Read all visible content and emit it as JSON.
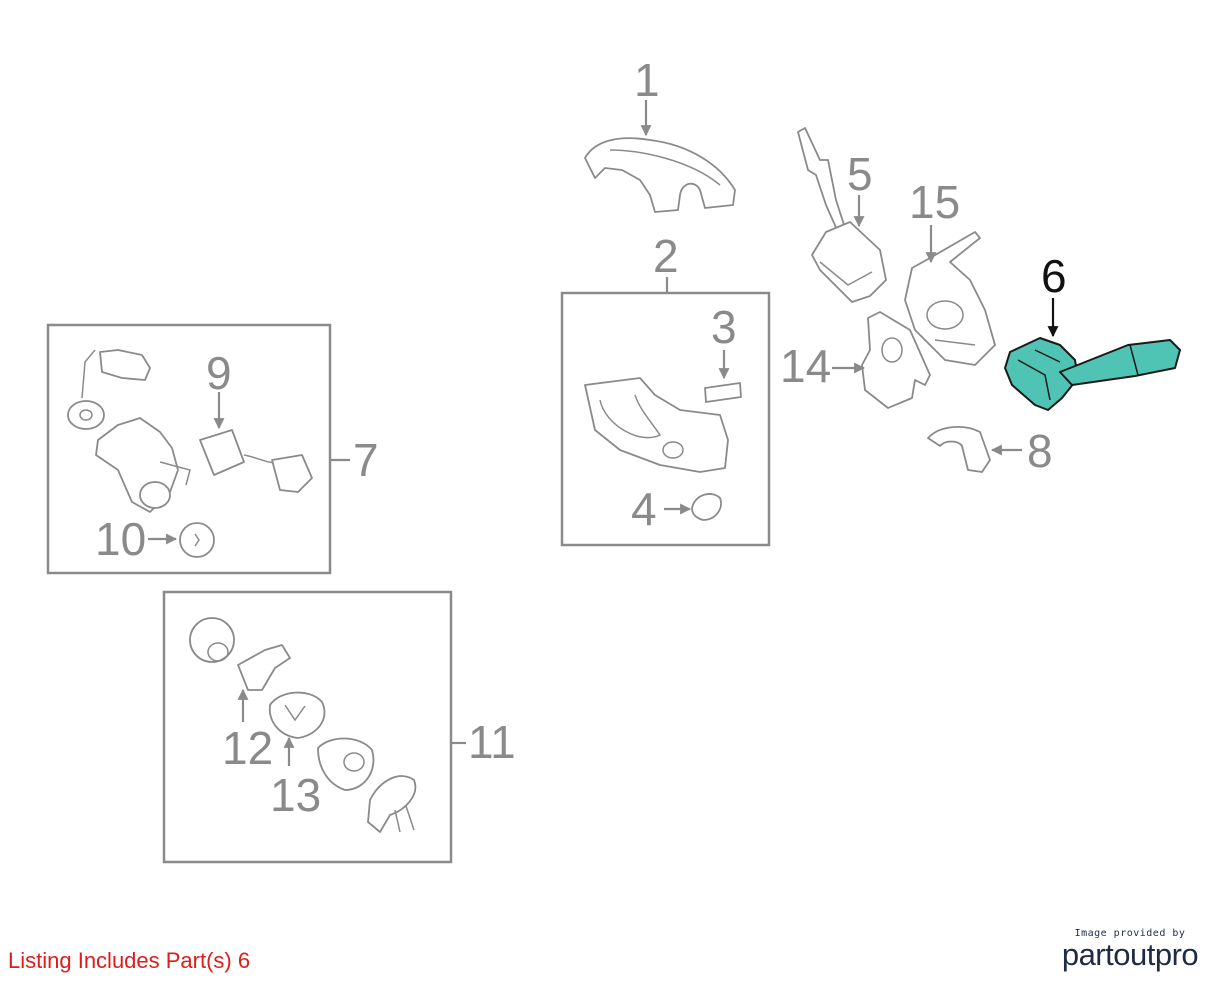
{
  "callouts": {
    "c1": "1",
    "c2": "2",
    "c3": "3",
    "c4": "4",
    "c5": "5",
    "c6": "6",
    "c7": "7",
    "c8": "8",
    "c9": "9",
    "c10": "10",
    "c11": "11",
    "c12": "12",
    "c13": "13",
    "c14": "14",
    "c15": "15"
  },
  "highlighted_part": "6",
  "listing_note": "Listing Includes Part(s) 6",
  "brand": {
    "credit": "Image provided by",
    "name": "partoutpro"
  },
  "colors": {
    "highlight_fill": "#4fc4b4",
    "callout_gray": "#8a8a8a",
    "listing_red": "#e01b1b",
    "brand_navy": "#1f2a44"
  }
}
